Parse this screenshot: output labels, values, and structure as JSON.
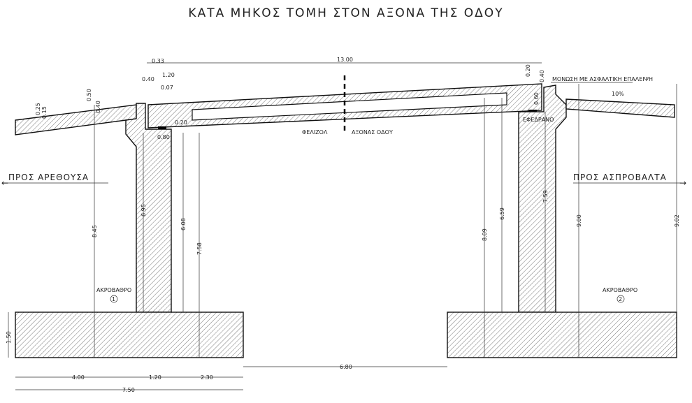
{
  "title": "ΚΑΤΑ ΜΗΚΟΣ ΤΟΜΗ ΣΤΟΝ ΑΞΟΝΑ ΤΗΣ ΟΔΟΥ",
  "directions": {
    "left": "ΠΡΟΣ ΑΡΕΘΟΥΣΑ",
    "right": "ΠΡΟΣ ΑΣΠΡΟΒΑΛΤΑ"
  },
  "abutments": [
    {
      "label": "ΑΚΡΟΒΑΘΡΟ",
      "number": "1"
    },
    {
      "label": "ΑΚΡΟΒΑΘΡΟ",
      "number": "2"
    }
  ],
  "notes": {
    "styrofoam": "ΦΕΛΙΖΟΛ",
    "road_axis": "ΑΞΟΝΑΣ ΟΔΟΥ",
    "insulation": "ΜΟΝΩΣΗ ΜΕ ΑΣΦΑΛΤΙΚΗ ΕΠΑΛΕΙΨΗ",
    "slope": "10%",
    "bearing": "ΕΦΕΔΡΑΝΟ"
  },
  "dims": {
    "span_top": "13.00",
    "d033": "0.33",
    "d120top": "1.20",
    "d040": "0.40",
    "d007": "0.07",
    "d025": "0.25",
    "d015": "0.15",
    "d050": "0.50",
    "d040b": "0.40",
    "d020deck": "0.20",
    "d080": "0.80",
    "d020r": "0.20",
    "d040r": "0.40",
    "d060": "0.60",
    "v845": "8.45",
    "v695": "6.95",
    "v608": "6.08",
    "v758": "7.58",
    "v809": "8.09",
    "v659": "6.59",
    "v759": "7.59",
    "v900": "9.00",
    "v902": "9.02",
    "v150": "1.50",
    "b400": "4.00",
    "b120": "1.20",
    "b230": "2.30",
    "b750": "7.50",
    "b680": "6.80"
  }
}
